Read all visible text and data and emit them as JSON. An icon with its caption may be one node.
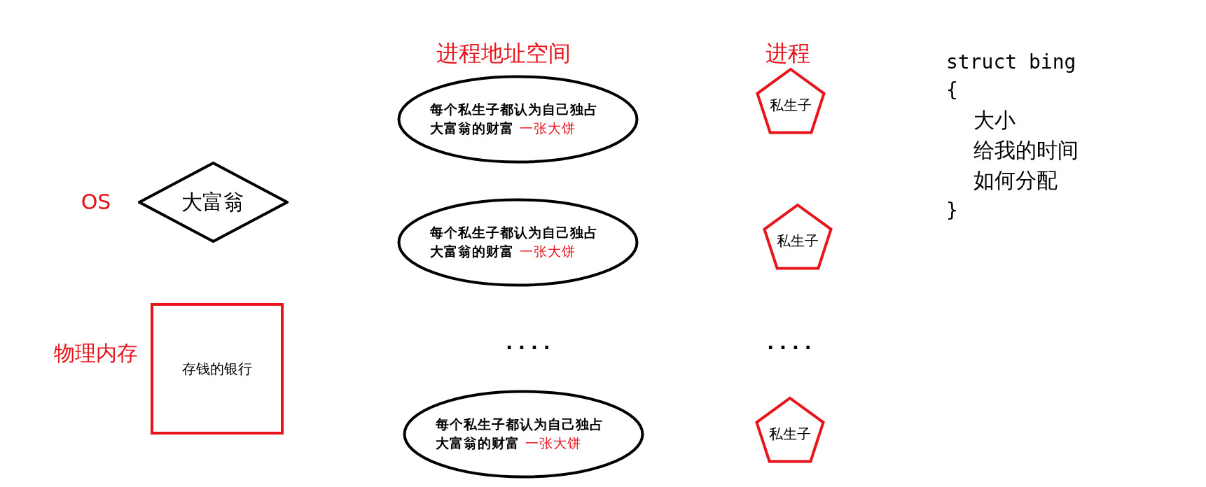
{
  "diagram": {
    "nodes": [
      {
        "text": [
          "大富翁"
        ],
        "beside": [
          "OS"
        ]
      },
      {
        "text": [
          "存钱的银行"
        ],
        "beside": [
          "物理内存"
        ]
      },
      {
        "text": [
          "每个私生子都认为自己独占大富翁的财富",
          "一张大饼"
        ]
      },
      {
        "text": [
          "每个私生子都认为自己独占大富翁的财富",
          "一张大饼"
        ]
      },
      {
        "text": [
          "每个私生子都认为自己独占大富翁的财富",
          "一张大饼"
        ]
      },
      {
        "text": [
          "私生子"
        ]
      },
      {
        "text": [
          "私生子"
        ]
      },
      {
        "text": [
          "私生子"
        ]
      }
    ],
    "labels": [
      "进程地址空间",
      "进程",
      "struct bing",
      "{",
      "大小",
      "给我的时间",
      "如何分配",
      "}",
      "....",
      "...."
    ]
  }
}
